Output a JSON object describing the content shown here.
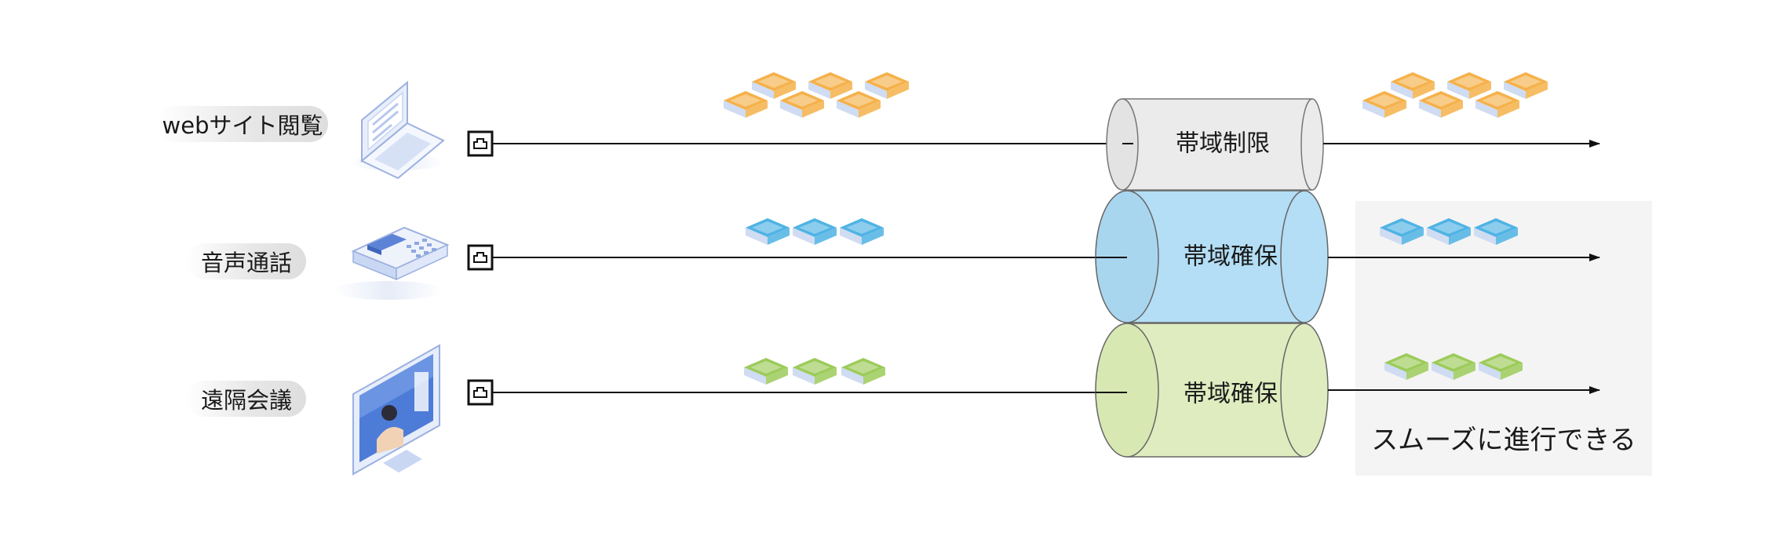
{
  "rows": [
    {
      "label": "webサイト閲覧",
      "pipe_label": "帯域制限",
      "packet_color": "#f5b14a",
      "pipe_fill": "#ebebeb"
    },
    {
      "label": "音声通話",
      "pipe_label": "帯域確保",
      "packet_color": "#4fb3e4",
      "pipe_fill": "#b3def5"
    },
    {
      "label": "遠隔会議",
      "pipe_label": "帯域確保",
      "packet_color": "#9ccb5a",
      "pipe_fill": "#dfecbf"
    }
  ],
  "note": "スムーズに進行できる",
  "icons": [
    "laptop-icon",
    "phone-icon",
    "monitor-icon",
    "lan-port-icon"
  ]
}
